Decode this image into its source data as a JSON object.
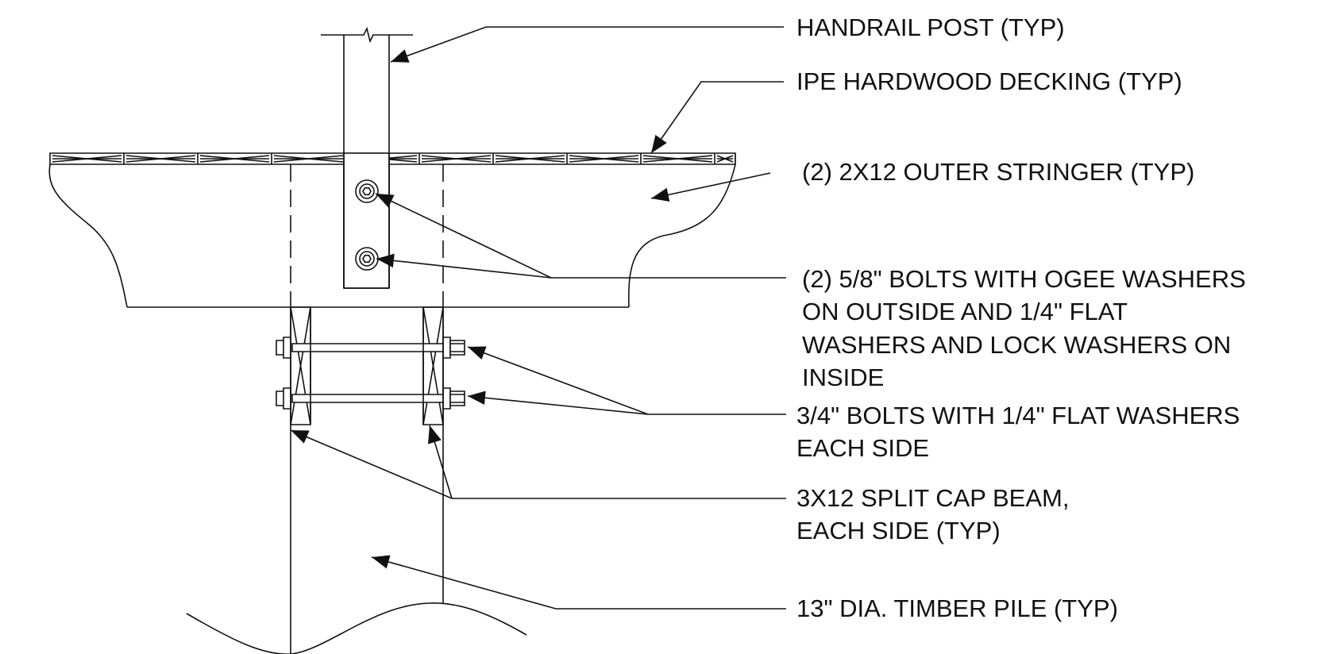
{
  "colors": {
    "line": "#111111",
    "background": "#ffffff"
  },
  "callouts": {
    "handrail_post": [
      "HANDRAIL POST (TYP)"
    ],
    "decking": [
      "IPE HARDWOOD DECKING (TYP)"
    ],
    "stringer": [
      "(2) 2X12 OUTER STRINGER (TYP)"
    ],
    "bolts_five_eighths": [
      "(2) 5/8\" BOLTS WITH OGEE WASHERS",
      "ON OUTSIDE AND 1/4\" FLAT",
      "WASHERS AND LOCK WASHERS ON",
      "INSIDE"
    ],
    "bolts_three_quarter": [
      "3/4\" BOLTS WITH 1/4\" FLAT WASHERS",
      "EACH SIDE"
    ],
    "cap_beam": [
      "3X12 SPLIT CAP BEAM,",
      "EACH SIDE (TYP)"
    ],
    "timber_pile": [
      "13\" DIA. TIMBER PILE (TYP)"
    ]
  }
}
